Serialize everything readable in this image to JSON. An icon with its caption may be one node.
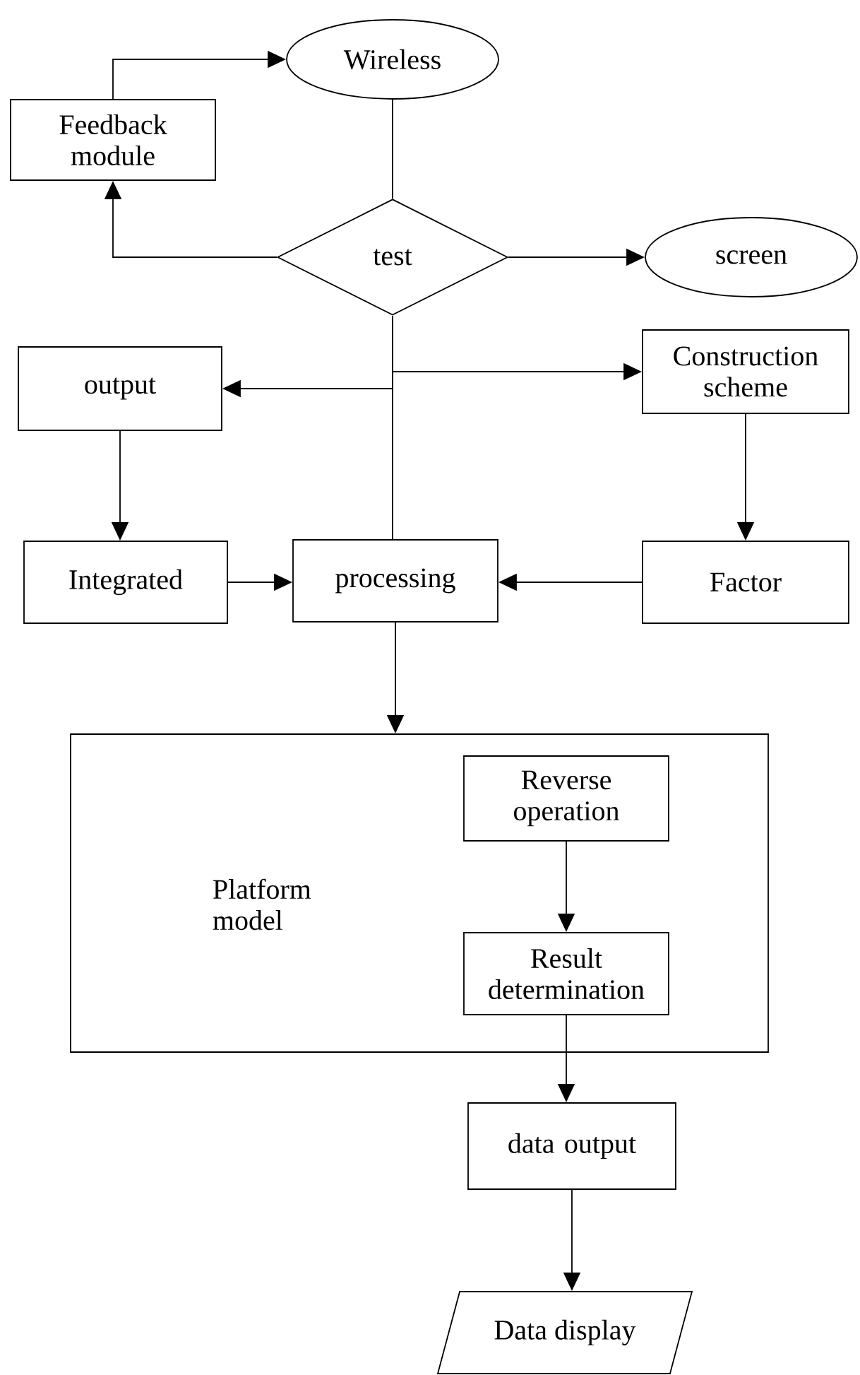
{
  "diagram": {
    "nodes": [
      {
        "text": [
          "Wireless"
        ]
      },
      {
        "text": [
          "Feedback module"
        ]
      },
      {
        "text": [
          "test"
        ]
      },
      {
        "text": [
          "screen"
        ]
      },
      {
        "text": [
          "output"
        ]
      },
      {
        "text": [
          "Construction scheme"
        ]
      },
      {
        "text": [
          "Integrated"
        ]
      },
      {
        "text": [
          "processing"
        ]
      },
      {
        "text": [
          "Factor"
        ]
      },
      {
        "text": [
          "Platform model"
        ]
      },
      {
        "text": [
          "Reverse operation"
        ],
        "in": 9
      },
      {
        "text": [
          "Result determination"
        ],
        "in": 9
      },
      {
        "text": [
          "data output"
        ]
      },
      {
        "text": [
          "Data display"
        ]
      }
    ],
    "edges": [
      {
        "from": 0,
        "to": 2,
        "arrow": "none"
      },
      {
        "from": 2,
        "to": 1,
        "arrow": "to"
      },
      {
        "from": 1,
        "to": 0,
        "arrow": "to"
      },
      {
        "from": 2,
        "to": 3,
        "arrow": "to"
      },
      {
        "from": 2,
        "to": 4,
        "arrow": "to"
      },
      {
        "from": 2,
        "to": 5,
        "arrow": "to"
      },
      {
        "from": 2,
        "to": 7,
        "arrow": "none"
      },
      {
        "from": 4,
        "to": 6,
        "arrow": "to"
      },
      {
        "from": 5,
        "to": 8,
        "arrow": "to"
      },
      {
        "from": 6,
        "to": 7,
        "arrow": "to"
      },
      {
        "from": 8,
        "to": 7,
        "arrow": "to"
      },
      {
        "from": 7,
        "to": 9,
        "arrow": "to"
      },
      {
        "from": 10,
        "to": 11,
        "arrow": "to"
      },
      {
        "from": 11,
        "to": 12,
        "arrow": "to"
      },
      {
        "from": 12,
        "to": 13,
        "arrow": "to"
      }
    ]
  }
}
